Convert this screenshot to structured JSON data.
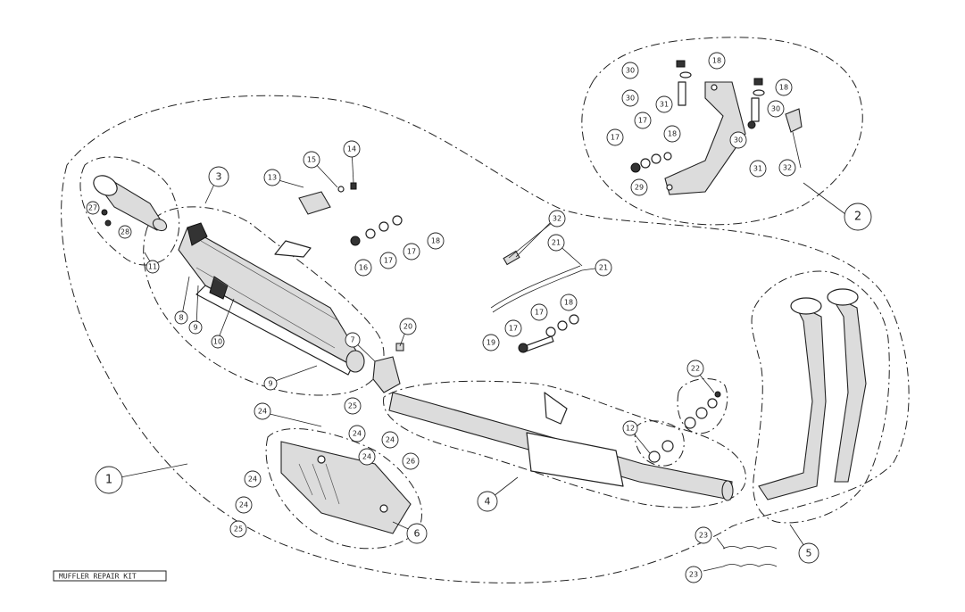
{
  "kit_label": "MUFFLER REPAIR KIT",
  "callouts": [
    {
      "id": "c1",
      "text": "1"
    },
    {
      "id": "c2",
      "text": "2"
    },
    {
      "id": "c3",
      "text": "3"
    },
    {
      "id": "c4",
      "text": "4"
    },
    {
      "id": "c5",
      "text": "5"
    },
    {
      "id": "c6",
      "text": "6"
    },
    {
      "id": "c7",
      "text": "7"
    },
    {
      "id": "c8",
      "text": "8"
    },
    {
      "id": "c9a",
      "text": "9"
    },
    {
      "id": "c9b",
      "text": "9"
    },
    {
      "id": "c10",
      "text": "10"
    },
    {
      "id": "c11",
      "text": "11"
    },
    {
      "id": "c12",
      "text": "12"
    },
    {
      "id": "c13",
      "text": "13"
    },
    {
      "id": "c14",
      "text": "14"
    },
    {
      "id": "c15",
      "text": "15"
    },
    {
      "id": "c16",
      "text": "16"
    },
    {
      "id": "c17a",
      "text": "17"
    },
    {
      "id": "c17b",
      "text": "17"
    },
    {
      "id": "c17c",
      "text": "17"
    },
    {
      "id": "c17d",
      "text": "17"
    },
    {
      "id": "c17e",
      "text": "17"
    },
    {
      "id": "c17f",
      "text": "17"
    },
    {
      "id": "c18a",
      "text": "18"
    },
    {
      "id": "c18b",
      "text": "18"
    },
    {
      "id": "c18c",
      "text": "18"
    },
    {
      "id": "c18d",
      "text": "18"
    },
    {
      "id": "c18e",
      "text": "18"
    },
    {
      "id": "c19",
      "text": "19"
    },
    {
      "id": "c20",
      "text": "20"
    },
    {
      "id": "c21a",
      "text": "21"
    },
    {
      "id": "c21b",
      "text": "21"
    },
    {
      "id": "c22",
      "text": "22"
    },
    {
      "id": "c23a",
      "text": "23"
    },
    {
      "id": "c23b",
      "text": "23"
    },
    {
      "id": "c24a",
      "text": "24"
    },
    {
      "id": "c24b",
      "text": "24"
    },
    {
      "id": "c24c",
      "text": "24"
    },
    {
      "id": "c24d",
      "text": "24"
    },
    {
      "id": "c24e",
      "text": "24"
    },
    {
      "id": "c24f",
      "text": "24"
    },
    {
      "id": "c25a",
      "text": "25"
    },
    {
      "id": "c25b",
      "text": "25"
    },
    {
      "id": "c26",
      "text": "26"
    },
    {
      "id": "c27",
      "text": "27"
    },
    {
      "id": "c28",
      "text": "28"
    },
    {
      "id": "c29",
      "text": "29"
    },
    {
      "id": "c30a",
      "text": "30"
    },
    {
      "id": "c30b",
      "text": "30"
    },
    {
      "id": "c30c",
      "text": "30"
    },
    {
      "id": "c30d",
      "text": "30"
    },
    {
      "id": "c31a",
      "text": "31"
    },
    {
      "id": "c31b",
      "text": "31"
    },
    {
      "id": "c32a",
      "text": "32"
    },
    {
      "id": "c32b",
      "text": "32"
    }
  ]
}
